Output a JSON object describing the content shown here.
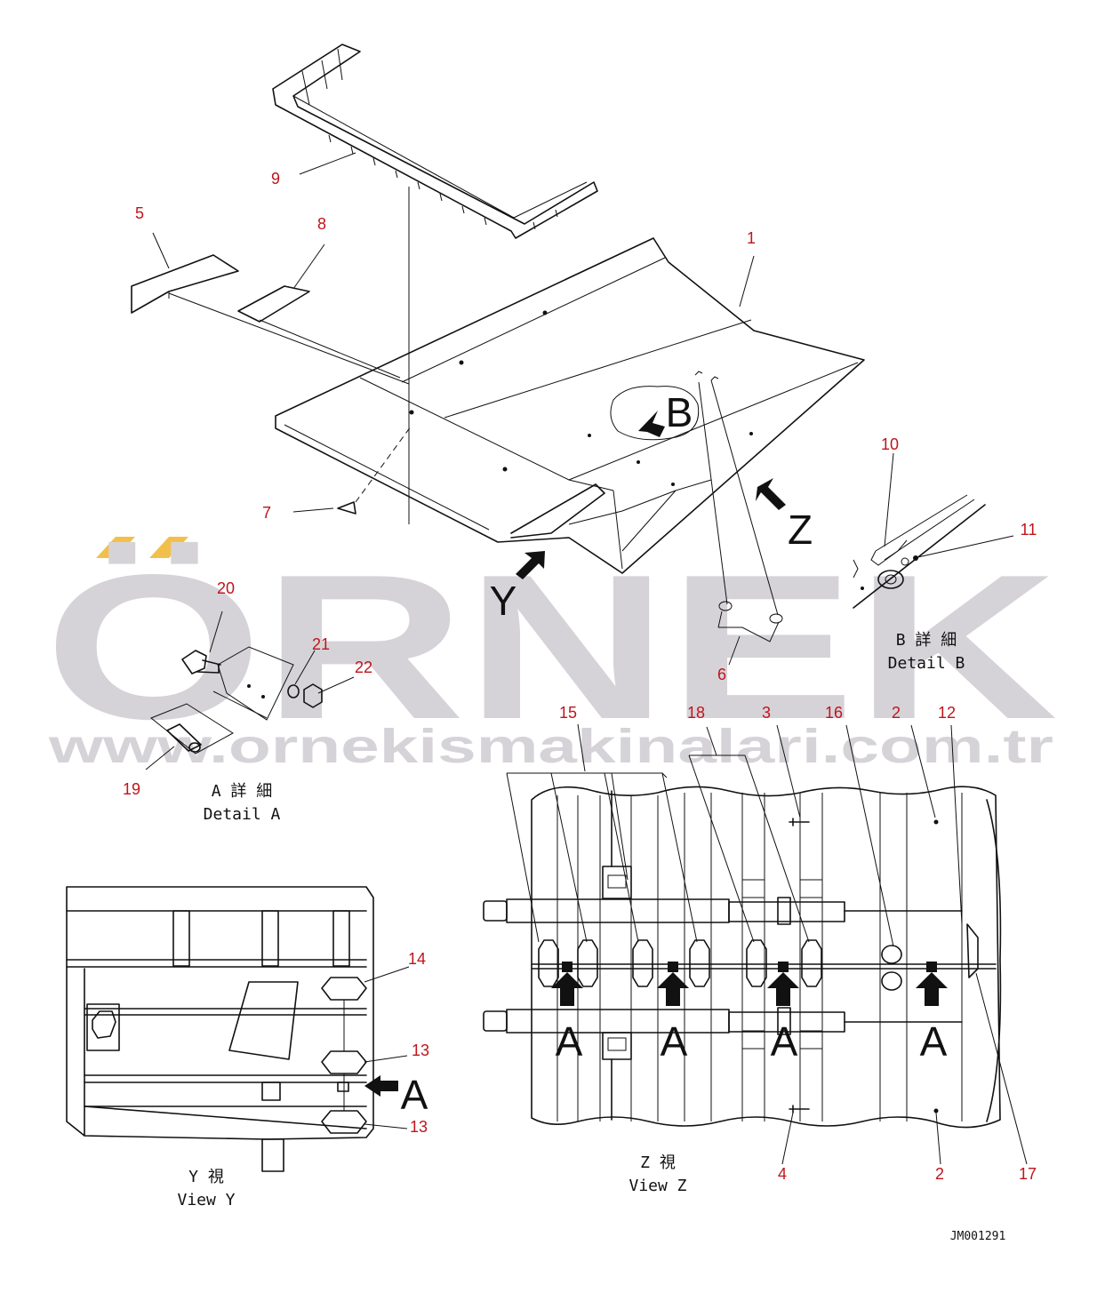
{
  "colors": {
    "callout": "#c0141b",
    "line": "#111111",
    "watermark": "#d6d3d8",
    "watermark_accent": "#f2c04a"
  },
  "watermark": {
    "logo": "ÖRNEK",
    "url": "www.ornekismakinalari.com.tr"
  },
  "callouts": {
    "c1": "1",
    "c2a": "2",
    "c2b": "2",
    "c3": "3",
    "c4": "4",
    "c5": "5",
    "c6": "6",
    "c7": "7",
    "c8": "8",
    "c9": "9",
    "c10": "10",
    "c11": "11",
    "c12": "12",
    "c13a": "13",
    "c13b": "13",
    "c14": "14",
    "c15": "15",
    "c16": "16",
    "c17": "17",
    "c18": "18",
    "c19": "19",
    "c20": "20",
    "c21": "21",
    "c22": "22"
  },
  "view_letters": {
    "b": "B",
    "z": "Z",
    "y": "Y",
    "a1": "A",
    "a2": "A",
    "a3": "A",
    "a4": "A",
    "a5": "A"
  },
  "captions": {
    "detail_a_jp": "A 詳 細",
    "detail_a_en": "Detail A",
    "detail_b_jp": "B 詳 細",
    "detail_b_en": "Detail B",
    "view_y_jp": "Y 視",
    "view_y_en": "View Y",
    "view_z_jp": "Z 視",
    "view_z_en": "View Z"
  },
  "drawing_ref": "JM001291"
}
